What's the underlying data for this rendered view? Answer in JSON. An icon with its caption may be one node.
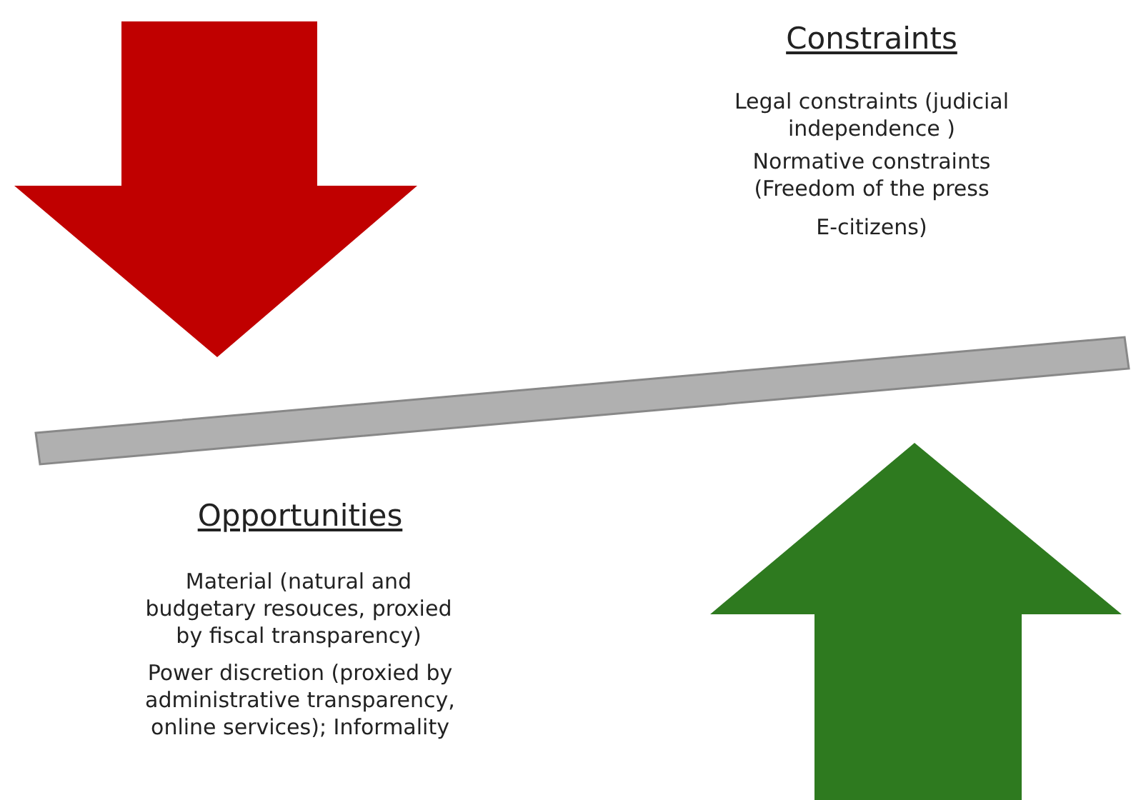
{
  "diagram": {
    "labels": [
      "Constraints",
      "Legal constraints (judicial independence )",
      "Normative constraints (Freedom of the press",
      "E-citizens)",
      "Opportunities",
      "Material (natural and budgetary resouces, proxied by fiscal transparency)",
      "Power discretion (proxied by administrative transparency, online services); Informality"
    ]
  }
}
